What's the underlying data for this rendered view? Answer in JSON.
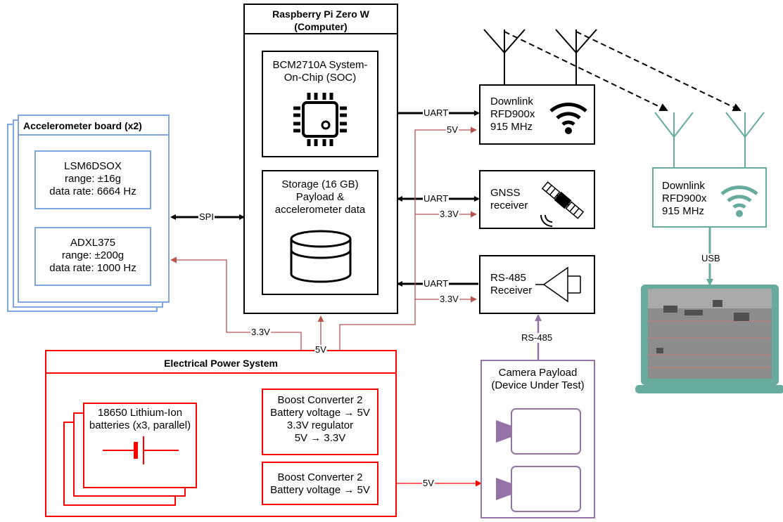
{
  "pi": {
    "title": "Raspberry Pi Zero W\n(Computer)",
    "soc": "BCM2710A System-\nOn-Chip (SOC)",
    "storage": "Storage (16 GB)\nPayload &\naccelerometer data"
  },
  "accel": {
    "title": "Accelerometer board (x2)",
    "lsm": "LSM6DSOX\nrange: ±16g\ndata rate: 6664 Hz",
    "adxl": "ADXL375\nrange: ±200g\ndata rate: 1000 Hz"
  },
  "downlink": {
    "label": "Downlink\nRFD900x\n915 MHz"
  },
  "ground": {
    "label": "Downlink\nRFD900x\n915 MHz"
  },
  "gnss": {
    "label": "GNSS\nreceiver"
  },
  "rs485": {
    "label": "RS-485\nReceiver"
  },
  "eps": {
    "title": "Electrical Power System",
    "battery": "18650 Lithium-Ion\nbatteries (x3, parallel)",
    "boost1": "Boost Converter 2\nBattery voltage → 5V\n3.3V regulator\n5V → 3.3V",
    "boost2": "Boost Converter 2\nBattery voltage → 5V"
  },
  "camera": {
    "label": "Camera Payload\n(Device Under Test)"
  },
  "signals": {
    "spi": "SPI",
    "uart1": "UART",
    "uart2": "UART",
    "uart3": "UART",
    "v5a": "5V",
    "v33a": "3.3V",
    "v33b": "3.3V",
    "v33c": "3.3V",
    "v5b": "5V",
    "rs485": "RS-485",
    "usb": "USB",
    "v5c": "5V"
  },
  "colors": {
    "black": "#000000",
    "blue": "#7ea6e0",
    "red": "#ff0000",
    "brown": "#b85450",
    "purple": "#9673a6",
    "teal": "#67ab9f"
  },
  "icons": [
    "chip-icon",
    "database-icon",
    "wifi-icon",
    "satellite-icon",
    "amplifier-icon",
    "battery-icon",
    "camera-icon",
    "antenna-icon",
    "laptop-icon"
  ]
}
